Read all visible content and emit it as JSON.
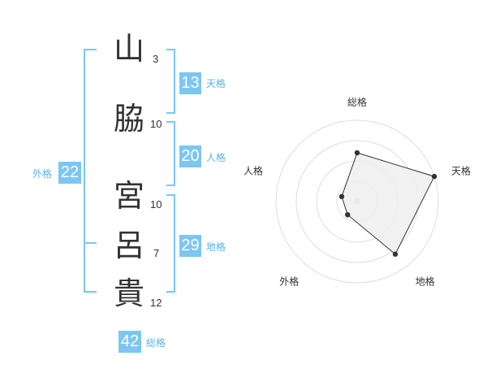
{
  "name": {
    "chars": [
      {
        "char": "山",
        "strokes": "3"
      },
      {
        "char": "脇",
        "strokes": "10"
      },
      {
        "char": "宮",
        "strokes": "10"
      },
      {
        "char": "呂",
        "strokes": "7"
      },
      {
        "char": "貴",
        "strokes": "12"
      }
    ]
  },
  "fortune": {
    "tenkaku": {
      "label": "天格",
      "value": "13"
    },
    "jinkaku": {
      "label": "人格",
      "value": "20"
    },
    "chikaku": {
      "label": "地格",
      "value": "29"
    },
    "gaikaku": {
      "label": "外格",
      "value": "22"
    },
    "soukaku": {
      "label": "総格",
      "value": "42"
    }
  },
  "chart_data": {
    "type": "radar",
    "axes": [
      "総格",
      "天格",
      "地格",
      "外格",
      "人格"
    ],
    "values": [
      3,
      5,
      4,
      1,
      1
    ],
    "range": [
      0,
      5
    ],
    "rings": 4,
    "colors": {
      "fill": "#efefef",
      "stroke": "#333333",
      "grid": "#dddddd",
      "center": "#cccccc"
    }
  },
  "colors": {
    "accent": "#7cc6f2",
    "label_text": "#5ab4e8"
  }
}
